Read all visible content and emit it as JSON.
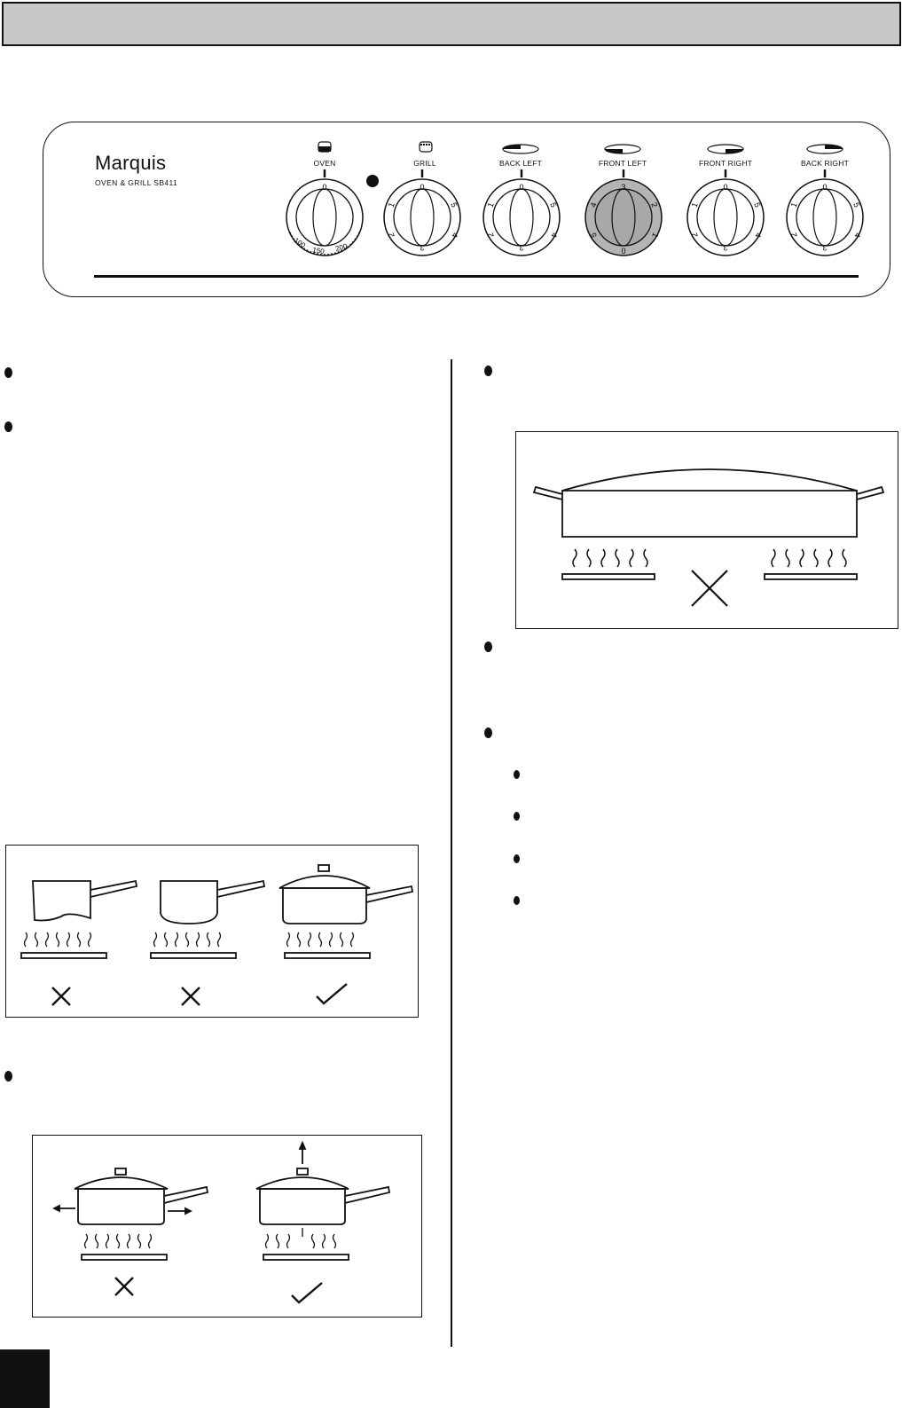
{
  "panel": {
    "brand": "Marquis",
    "model": "OVEN & GRILL  SB411",
    "knobs": [
      {
        "label": "OVEN",
        "icon": "oven-symbol-icon"
      },
      {
        "label": "GRILL",
        "icon": "grill-symbol-icon"
      },
      {
        "label": "BACK LEFT",
        "icon": "hob-back-left-icon"
      },
      {
        "label": "FRONT LEFT",
        "icon": "hob-front-left-icon"
      },
      {
        "label": "FRONT RIGHT",
        "icon": "hob-front-right-icon"
      },
      {
        "label": "BACK RIGHT",
        "icon": "hob-back-right-icon"
      }
    ],
    "oven_scale": [
      "0",
      "100",
      "150",
      "200"
    ],
    "hob_scale": [
      "0",
      "1",
      "2",
      "3",
      "4",
      "5"
    ],
    "highlighted_knob": "FRONT LEFT",
    "colors": {
      "header": "#c8c8c8",
      "highlight_knob": "#b4b4b4",
      "ink": "#111111"
    }
  },
  "diagrams": {
    "pan_shapes": {
      "marks": [
        "cross",
        "cross",
        "tick"
      ]
    },
    "pan_lid": {
      "marks": [
        "cross",
        "tick"
      ]
    },
    "large_pan": {
      "marks": [
        "cross"
      ]
    }
  }
}
